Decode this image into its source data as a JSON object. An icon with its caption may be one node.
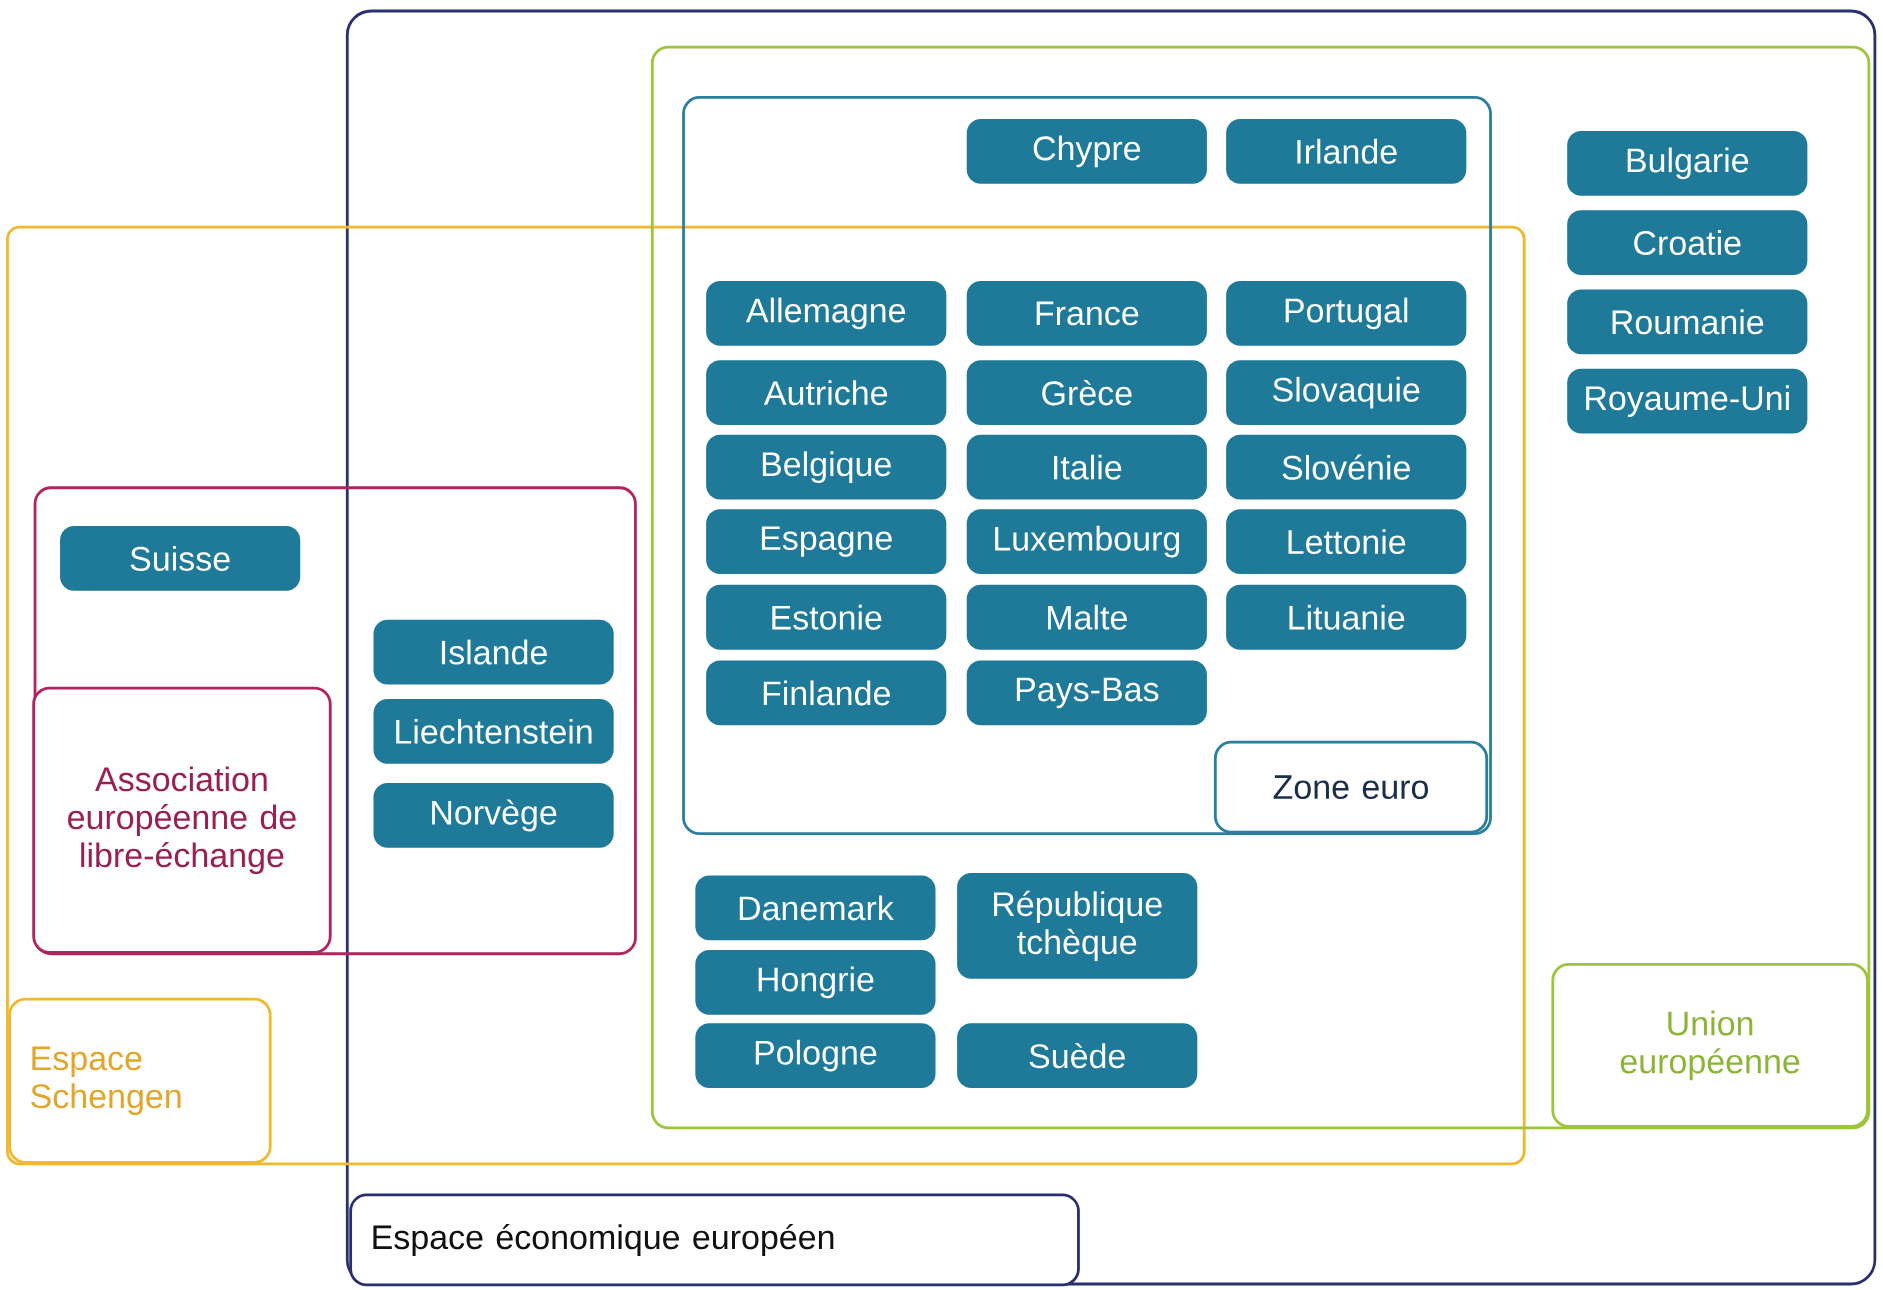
{
  "diagram": {
    "nodes": [
      {
        "text": [
          "Espace économique européen"
        ]
      },
      {
        "text": [
          "Espace Schengen"
        ]
      },
      {
        "text": [
          "Union européenne"
        ],
        "in": 0
      },
      {
        "text": [
          "Zone euro"
        ],
        "in": 2
      },
      {
        "text": [
          "Chypre"
        ],
        "in": 3
      },
      {
        "text": [
          "Irlande"
        ],
        "in": 3
      },
      {
        "text": [
          "Allemagne"
        ],
        "in": 3
      },
      {
        "text": [
          "France"
        ],
        "in": 3
      },
      {
        "text": [
          "Portugal"
        ],
        "in": 3
      },
      {
        "text": [
          "Autriche"
        ],
        "in": 3
      },
      {
        "text": [
          "Grèce"
        ],
        "in": 3
      },
      {
        "text": [
          "Slovaquie"
        ],
        "in": 3
      },
      {
        "text": [
          "Belgique"
        ],
        "in": 3
      },
      {
        "text": [
          "Italie"
        ],
        "in": 3
      },
      {
        "text": [
          "Slovénie"
        ],
        "in": 3
      },
      {
        "text": [
          "Espagne"
        ],
        "in": 3
      },
      {
        "text": [
          "Luxembourg"
        ],
        "in": 3
      },
      {
        "text": [
          "Lettonie"
        ],
        "in": 3
      },
      {
        "text": [
          "Estonie"
        ],
        "in": 3
      },
      {
        "text": [
          "Malte"
        ],
        "in": 3
      },
      {
        "text": [
          "Lituanie"
        ],
        "in": 3
      },
      {
        "text": [
          "Finlande"
        ],
        "in": 3
      },
      {
        "text": [
          "Pays-Bas"
        ],
        "in": 3
      },
      {
        "text": [
          "Bulgarie"
        ],
        "in": 2
      },
      {
        "text": [
          "Croatie"
        ],
        "in": 2
      },
      {
        "text": [
          "Roumanie"
        ],
        "in": 2
      },
      {
        "text": [
          "Royaume-Uni"
        ],
        "in": 2
      },
      {
        "text": [
          "Association européenne de libre-échange"
        ],
        "in": 1
      },
      {
        "text": [
          "Suisse"
        ],
        "in": 27
      },
      {
        "text": [
          "Islande"
        ]
      },
      {
        "text": [
          "Liechtenstein"
        ]
      },
      {
        "text": [
          "Norvège"
        ]
      },
      {
        "text": [
          "Danemark"
        ]
      },
      {
        "text": [
          "République tchèque"
        ]
      },
      {
        "text": [
          "Hongrie"
        ]
      },
      {
        "text": [
          "Pologne"
        ]
      },
      {
        "text": [
          "Suède"
        ]
      }
    ]
  }
}
